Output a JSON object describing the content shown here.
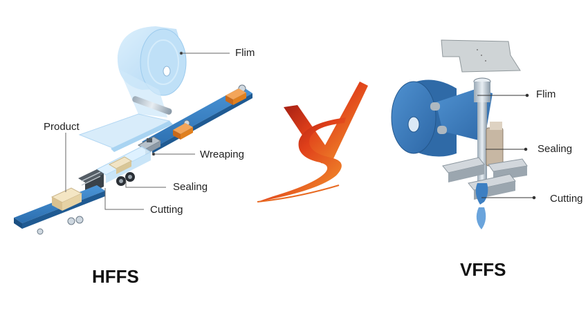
{
  "left": {
    "title": "HFFS",
    "labels": {
      "film": "Flim",
      "product": "Product",
      "wrapping": "Wreaping",
      "sealing": "Sealing",
      "cutting": "Cutting"
    }
  },
  "right": {
    "title": "VFFS",
    "labels": {
      "film": "Flim",
      "sealing": "Sealing",
      "cutting": "Cutting"
    }
  },
  "center": {
    "text": "VS"
  },
  "colors": {
    "conveyor_blue": "#3b83c8",
    "film_blue": "#bfe0f7",
    "vs_red": "#d0341a",
    "vs_orange": "#f07a1f",
    "package_orange": "#e8882a",
    "vffs_blue": "#3f7fc0"
  }
}
